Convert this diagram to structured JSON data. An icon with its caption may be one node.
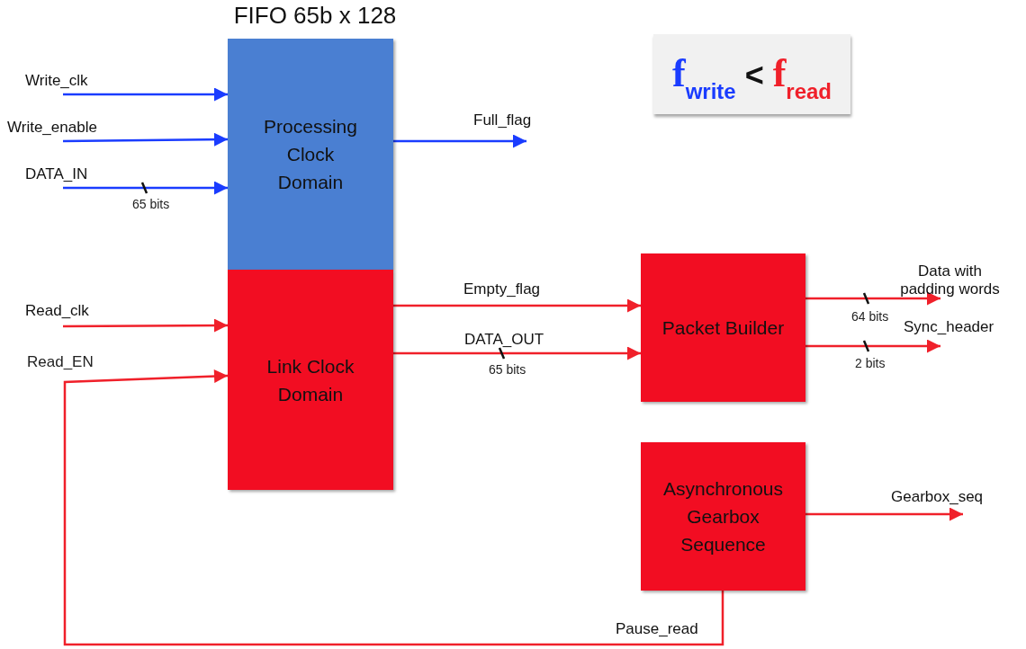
{
  "diagram": {
    "nodes": [
      {
        "text": [
          "FIFO 65b x 128"
        ]
      },
      {
        "text": [
          "Processing Clock Domain"
        ],
        "in": 0
      },
      {
        "text": [
          "Link Clock Domain"
        ],
        "in": 0
      },
      {
        "text": [
          "f$_{write}$",
          "<",
          "f$_{read}$"
        ]
      },
      {
        "text": [
          "Packet Builder"
        ]
      },
      {
        "text": [
          "Asynchronous Gearbox Sequence"
        ]
      },
      {
        "text": [
          "Write_clk"
        ]
      },
      {
        "text": [
          "Write_enable"
        ]
      },
      {
        "text": [
          "DATA_IN"
        ]
      },
      {
        "text": [
          "Full_flag"
        ]
      },
      {
        "text": [
          "Read_clk"
        ]
      },
      {
        "text": [
          "Data with padding words"
        ]
      },
      {
        "text": [
          "Sync_header"
        ]
      },
      {
        "text": [
          "Gearbox_seq"
        ]
      }
    ],
    "edges": [
      {
        "from": 6,
        "to": 1,
        "arrow": "to",
        "color": "#1a3cff"
      },
      {
        "from": 7,
        "to": 1,
        "arrow": "to",
        "color": "#1a3cff"
      },
      {
        "from": 8,
        "to": 1,
        "arrow": "to",
        "color": "#1a3cff"
      },
      {
        "from": 1,
        "to": 9,
        "arrow": "to",
        "color": "#1a3cff"
      },
      {
        "from": 10,
        "to": 2,
        "arrow": "to"
      },
      {
        "from": 2,
        "to": 4,
        "arrow": "to",
        "label": "Empty_flag"
      },
      {
        "from": 2,
        "to": 4,
        "arrow": "to",
        "label": "DATA_OUT"
      },
      {
        "from": 4,
        "to": 11,
        "arrow": "to"
      },
      {
        "from": 4,
        "to": 12,
        "arrow": "to"
      },
      {
        "from": 5,
        "to": 13,
        "arrow": "to"
      },
      {
        "from": 5,
        "to": 2,
        "arrow": "to",
        "label": "Pause_read"
      }
    ],
    "labels": [
      "65 bits",
      "64 bits",
      "Read_EN",
      "2 bits",
      "65 bits"
    ]
  }
}
